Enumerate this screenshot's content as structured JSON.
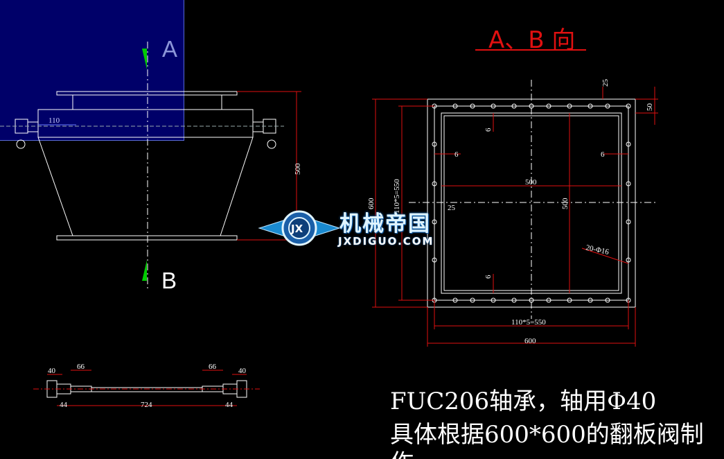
{
  "view_title": "A、B 向",
  "section_labels": {
    "a": "A",
    "b": "B"
  },
  "dimensions": {
    "side_width": "110",
    "side_height": "500",
    "top_offset": "25",
    "top_flange": "50",
    "gap_left": "6",
    "gap_right": "6",
    "gap_top": "6",
    "gap_bottom": "6",
    "inner_width": "500",
    "inner_height": "500",
    "overall_height": "600",
    "bolt_spacing_v": "110*5=550",
    "left_offset": "25",
    "holes": "20-Φ16",
    "bolt_spacing_h": "110*5=550",
    "overall_width": "600",
    "shaft_left_end": "40",
    "shaft_left_step": "66",
    "shaft_right_step": "66",
    "shaft_right_end": "40",
    "shaft_left_bearing": "44",
    "shaft_mid": "724",
    "shaft_right_bearing": "44"
  },
  "notes": {
    "line1": "FUC206轴承，轴用Φ40",
    "line2": "具体根据600*600的翻板阀制",
    "line3": "作"
  },
  "watermark": {
    "cn": "机械帝国",
    "en": "JXDIGUO.COM",
    "badge": "JX"
  },
  "colors": {
    "background": "#000000",
    "drawing": "#ffffff",
    "dimension": "#e01010",
    "selection": "#00008c"
  }
}
